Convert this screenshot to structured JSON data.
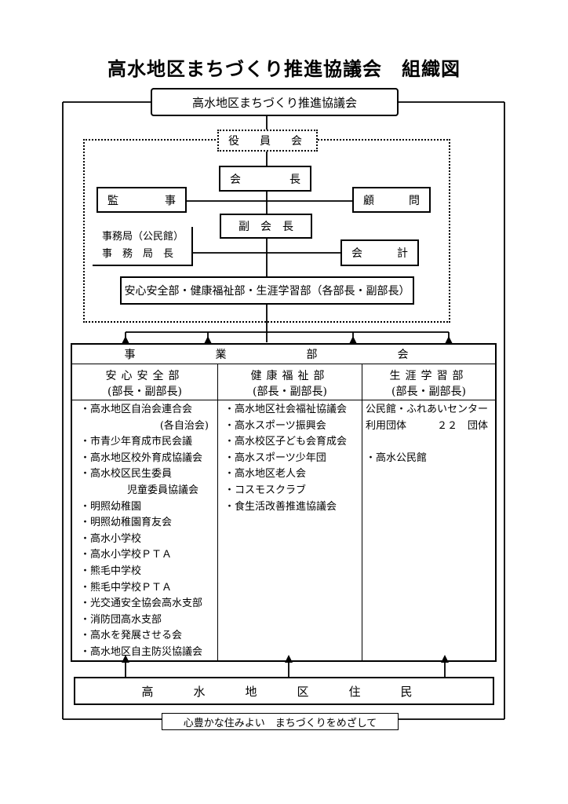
{
  "title": "高水地区まちづくり推進協議会　組織図",
  "council": "高水地区まちづくり推進協議会",
  "officers": {
    "label": "役　員　会",
    "chairman": [
      "会",
      "長"
    ],
    "auditor": [
      "監",
      "事"
    ],
    "advisor": [
      "顧",
      "問"
    ],
    "vice_chairman": "副　会　長",
    "secretariat": [
      "事務局（公民館）",
      "事　務　局　長"
    ],
    "accounting": [
      "会",
      "計"
    ],
    "department_heads": "安心安全部・健康福祉部・生涯学習部（各部長・副部長）"
  },
  "divisions": {
    "header": "事　業　部　会",
    "columns": [
      {
        "name": "安心安全部",
        "sub": "(部長・副部長)",
        "items": [
          "・高水地区自治会連合会",
          "(各自治会)",
          "・市青少年育成市民会議",
          "・高水地区校外育成協議会",
          "・高水校区民生委員",
          "児童委員協議会",
          "・明照幼稚園",
          "・明照幼稚園育友会",
          "・高水小学校",
          "・高水小学校ＰＴＡ",
          "・熊毛中学校",
          "・熊毛中学校ＰＴＡ",
          "・光交通安全協会高水支部",
          "・消防団高水支部",
          "・高水を発展させる会",
          "・高水地区自主防災協議会"
        ]
      },
      {
        "name": "健康福祉部",
        "sub": "(部長・副部長)",
        "items": [
          "・高水地区社会福祉協議会",
          "・高水スポーツ振興会",
          "・高水校区子ども会育成会",
          "・高水スポーツ少年団",
          "・高水地区老人会",
          "・コスモスクラブ",
          "・食生活改善推進協議会"
        ]
      },
      {
        "name": "生涯学習部",
        "sub": "(部長・副部長)",
        "items": [
          "公民館・ふれあいセンター",
          "利用団体　　　２２　団体",
          "",
          "・高水公民館"
        ]
      }
    ]
  },
  "residents": "高　水　地　区　住　民",
  "motto": "心豊かな住みよい　まちづくりをめざして"
}
